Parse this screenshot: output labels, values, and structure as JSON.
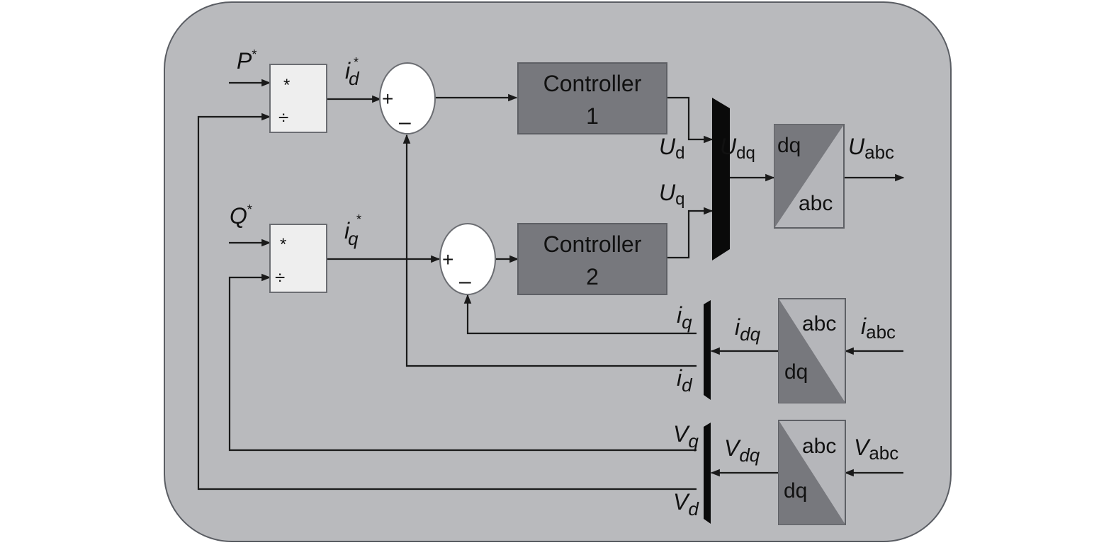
{
  "diagram": {
    "colors": {
      "panel": "#b9babd",
      "panel_border": "#5a5d63",
      "light_block": "#eeeeee",
      "dark_block": "#77787d",
      "transform_dark": "#77787d",
      "transform_light": "#b5b6ba",
      "sum_fill": "#ffffff",
      "mux": "#0a0a0a",
      "wire": "#1a1a1a"
    },
    "inputs": {
      "p_ref": {
        "base": "P",
        "sup": "*"
      },
      "q_ref": {
        "base": "Q",
        "sup": "*"
      }
    },
    "product_blocks": [
      {
        "id": "pd-block-p",
        "mul_sign": "*",
        "div_sign": "÷"
      },
      {
        "id": "pd-block-q",
        "mul_sign": "*",
        "div_sign": "÷"
      }
    ],
    "references": {
      "id_ref": {
        "base": "i",
        "sub": "d",
        "sup": "*"
      },
      "iq_ref": {
        "base": "i",
        "sub": "q",
        "sup": "*"
      }
    },
    "sum_blocks": [
      {
        "plus": "+",
        "minus": "–"
      },
      {
        "plus": "+",
        "minus": "–"
      }
    ],
    "controllers": [
      {
        "line1": "Controller",
        "line2": "1"
      },
      {
        "line1": "Controller",
        "line2": "2"
      }
    ],
    "mux_labels": {
      "ud": {
        "base": "U",
        "sub": "d"
      },
      "uq": {
        "base": "U",
        "sub": "q"
      },
      "udq": {
        "base": "U",
        "sub": "dq"
      }
    },
    "transforms": {
      "u_inverse": {
        "top": "dq",
        "bottom": "abc",
        "output": {
          "base": "U",
          "sub": "abc"
        }
      },
      "i_forward": {
        "top": "abc",
        "bottom": "dq",
        "input": {
          "base": "i",
          "sub": "abc"
        },
        "output": {
          "base": "i",
          "sub": "dq"
        }
      },
      "v_forward": {
        "top": "abc",
        "bottom": "dq",
        "input": {
          "base": "V",
          "sub": "abc"
        },
        "output": {
          "base": "V",
          "sub": "dq"
        }
      }
    },
    "demux_labels": {
      "iq": {
        "base": "i",
        "sub": "q"
      },
      "id": {
        "base": "i",
        "sub": "d"
      },
      "vq": {
        "base": "V",
        "sub": "q"
      },
      "vd": {
        "base": "V",
        "sub": "d"
      }
    }
  }
}
